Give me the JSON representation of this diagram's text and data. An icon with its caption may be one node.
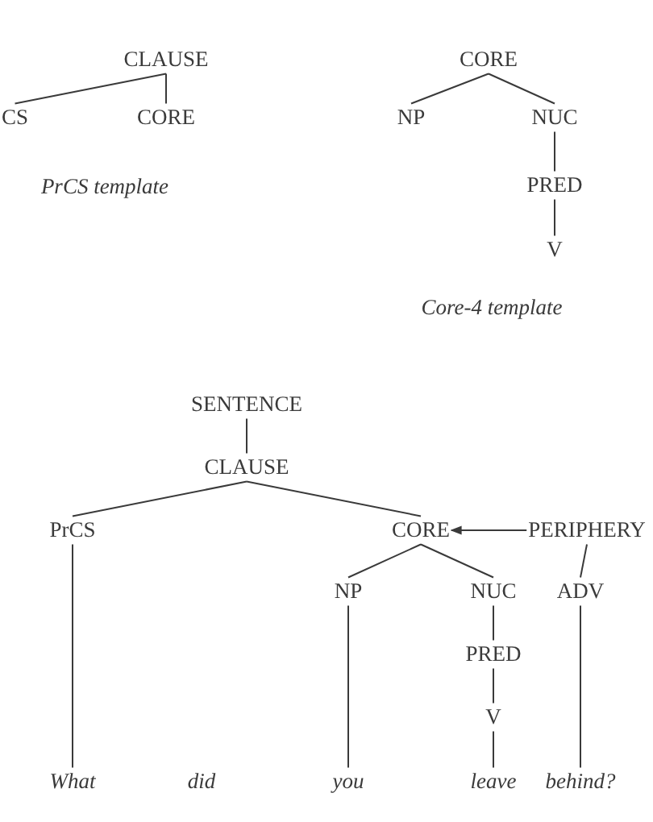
{
  "diagram": {
    "nodes": [
      {
        "text": [
          "CLAUSE"
        ]
      },
      {
        "text": [
          "CS"
        ]
      },
      {
        "text": [
          "CORE"
        ]
      },
      {
        "text": [
          "CORE"
        ]
      },
      {
        "text": [
          "NP"
        ]
      },
      {
        "text": [
          "NUC"
        ]
      },
      {
        "text": [
          "PRED"
        ]
      },
      {
        "text": [
          "V"
        ]
      },
      {
        "text": [
          "SENTENCE"
        ]
      },
      {
        "text": [
          "CLAUSE"
        ]
      },
      {
        "text": [
          "PrCS"
        ]
      },
      {
        "text": [
          "CORE"
        ]
      },
      {
        "text": [
          "PERIPHERY"
        ]
      },
      {
        "text": [
          "NP"
        ]
      },
      {
        "text": [
          "NUC"
        ]
      },
      {
        "text": [
          "ADV"
        ]
      },
      {
        "text": [
          "PRED"
        ]
      },
      {
        "text": [
          "V"
        ]
      },
      {
        "text": [
          "What"
        ]
      },
      {
        "text": [
          "did"
        ]
      },
      {
        "text": [
          "you"
        ]
      },
      {
        "text": [
          "leave"
        ]
      },
      {
        "text": [
          "behind?"
        ]
      }
    ],
    "edges": [
      {
        "from": 0,
        "to": 1,
        "arrow": "none"
      },
      {
        "from": 0,
        "to": 2,
        "arrow": "none"
      },
      {
        "from": 3,
        "to": 4,
        "arrow": "none"
      },
      {
        "from": 3,
        "to": 5,
        "arrow": "none"
      },
      {
        "from": 5,
        "to": 6,
        "arrow": "none"
      },
      {
        "from": 6,
        "to": 7,
        "arrow": "none"
      },
      {
        "from": 8,
        "to": 9,
        "arrow": "none"
      },
      {
        "from": 9,
        "to": 10,
        "arrow": "none"
      },
      {
        "from": 9,
        "to": 11,
        "arrow": "none"
      },
      {
        "from": 12,
        "to": 11,
        "arrow": "to"
      },
      {
        "from": 11,
        "to": 13,
        "arrow": "none"
      },
      {
        "from": 11,
        "to": 14,
        "arrow": "none"
      },
      {
        "from": 12,
        "to": 15,
        "arrow": "none"
      },
      {
        "from": 14,
        "to": 16,
        "arrow": "none"
      },
      {
        "from": 16,
        "to": 17,
        "arrow": "none"
      },
      {
        "from": 10,
        "to": 18,
        "arrow": "none"
      },
      {
        "from": 13,
        "to": 20,
        "arrow": "none"
      },
      {
        "from": 17,
        "to": 21,
        "arrow": "none"
      },
      {
        "from": 15,
        "to": 22,
        "arrow": "none"
      }
    ],
    "labels": [
      "PrCS template",
      "Core-4 template"
    ]
  }
}
